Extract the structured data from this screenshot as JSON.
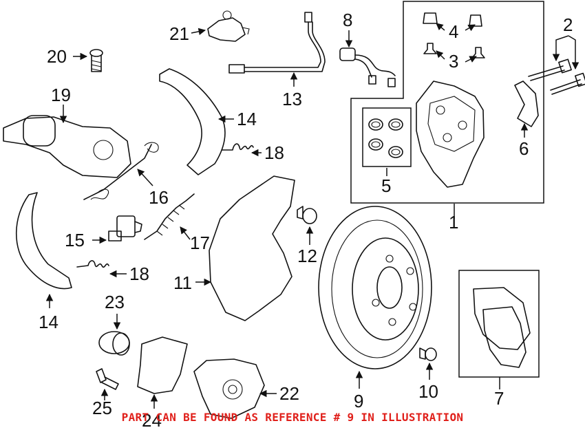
{
  "callouts": {
    "c1": "1",
    "c2": "2",
    "c3": "3",
    "c4": "4",
    "c5": "5",
    "c6": "6",
    "c7": "7",
    "c8": "8",
    "c9": "9",
    "c10": "10",
    "c11": "11",
    "c12": "12",
    "c13": "13",
    "c14a": "14",
    "c14b": "14",
    "c15": "15",
    "c16": "16",
    "c17": "17",
    "c18a": "18",
    "c18b": "18",
    "c19": "19",
    "c20": "20",
    "c21": "21",
    "c22": "22",
    "c23": "23",
    "c24": "24",
    "c25": "25"
  },
  "footer_note": "PART CAN BE FOUND AS REFERENCE # 9 IN ILLUSTRATION",
  "colors": {
    "note": "#e0201b",
    "line": "#111111",
    "background": "#ffffff"
  }
}
